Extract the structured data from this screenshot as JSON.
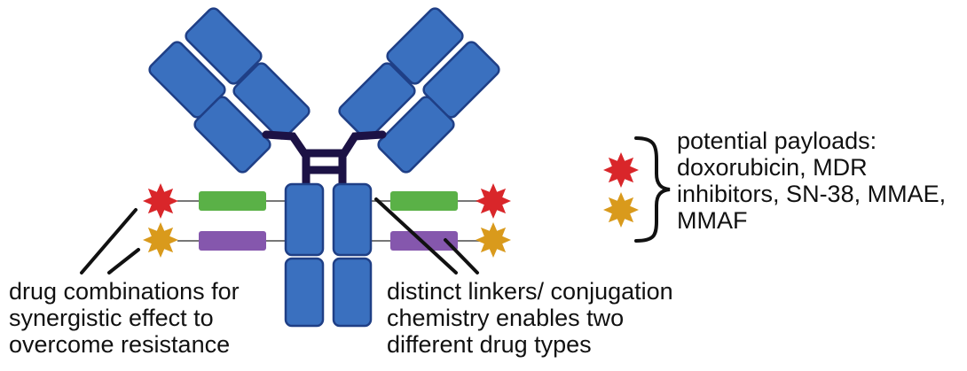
{
  "colors": {
    "domain_fill": "#3a70bf",
    "domain_stroke": "#1f3f86",
    "hinge": "#1c1245",
    "linker_green": "#5ab147",
    "linker_purple": "#8557ad",
    "payload_red": "#d9262a",
    "payload_gold": "#d99a1c",
    "pointer_line": "#111111",
    "text": "#111111"
  },
  "icons": [
    "red-payload-star-icon",
    "gold-payload-star-icon"
  ],
  "labels": {
    "left": {
      "line1": "drug combinations for",
      "line2": "synergistic effect to",
      "line3": "overcome resistance"
    },
    "middle": {
      "line1": "distinct linkers/ conjugation",
      "line2": "chemistry enables two",
      "line3": "different drug types"
    },
    "right": {
      "line1": "potential payloads:",
      "line2": "doxorubicin, MDR",
      "line3": "inhibitors, SN-38, MMAE,",
      "line4": "MMAF"
    }
  }
}
